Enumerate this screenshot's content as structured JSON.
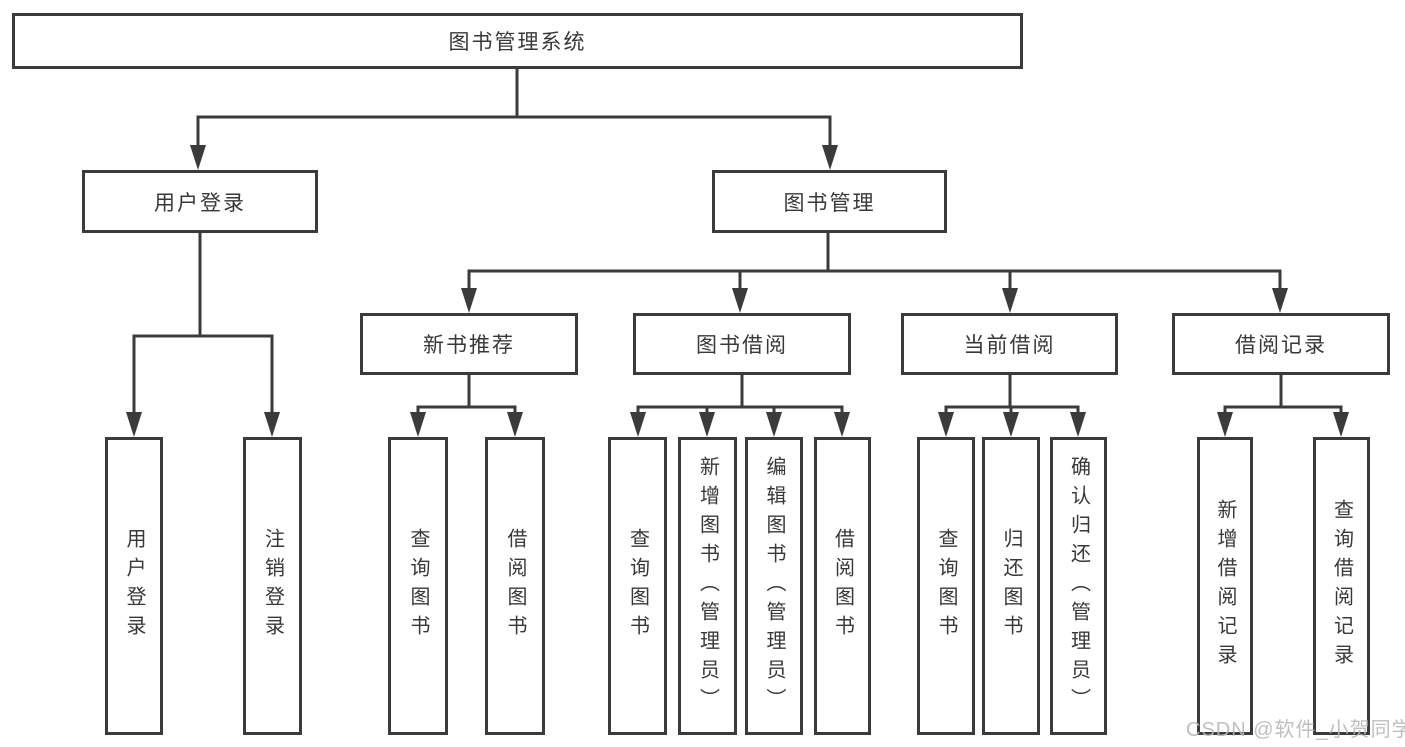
{
  "diagram_title": "图书管理系统",
  "colors": {
    "line": "#3b3b3b",
    "text": "#383838",
    "background": "#ffffff",
    "watermark": "#b9b9b9"
  },
  "nodes": {
    "root": {
      "label": "图书管理系统"
    },
    "login": {
      "label": "用户登录"
    },
    "mgmt": {
      "label": "图书管理"
    },
    "new_book": {
      "label": "新书推荐"
    },
    "book_borrow": {
      "label": "图书借阅"
    },
    "current_borrow": {
      "label": "当前借阅"
    },
    "borrow_records": {
      "label": "借阅记录"
    },
    "user_login": {
      "label": "用户登录"
    },
    "logout": {
      "label": "注销登录"
    },
    "nb_query": {
      "label": "查询图书"
    },
    "nb_borrow": {
      "label": "借阅图书"
    },
    "bb_query": {
      "label": "查询图书"
    },
    "bb_add": {
      "label": "新增图书（管理员）"
    },
    "bb_edit": {
      "label": "编辑图书（管理员）"
    },
    "bb_borrow": {
      "label": "借阅图书"
    },
    "cb_query": {
      "label": "查询图书"
    },
    "cb_return": {
      "label": "归还图书"
    },
    "cb_confirm": {
      "label": "确认归还（管理员）"
    },
    "br_add": {
      "label": "新增借阅记录"
    },
    "br_query": {
      "label": "查询借阅记录"
    }
  },
  "hierarchy": [
    {
      "parent": "图书管理系统",
      "children": [
        "用户登录",
        "图书管理"
      ]
    },
    {
      "parent": "用户登录",
      "children": [
        "用户登录",
        "注销登录"
      ]
    },
    {
      "parent": "图书管理",
      "children": [
        "新书推荐",
        "图书借阅",
        "当前借阅",
        "借阅记录"
      ]
    },
    {
      "parent": "新书推荐",
      "children": [
        "查询图书",
        "借阅图书"
      ]
    },
    {
      "parent": "图书借阅",
      "children": [
        "查询图书",
        "新增图书（管理员）",
        "编辑图书（管理员）",
        "借阅图书"
      ]
    },
    {
      "parent": "当前借阅",
      "children": [
        "查询图书",
        "归还图书",
        "确认归还（管理员）"
      ]
    },
    {
      "parent": "借阅记录",
      "children": [
        "新增借阅记录",
        "查询借阅记录"
      ]
    }
  ],
  "watermark": {
    "text": "CSDN @软件_小贺同学"
  }
}
